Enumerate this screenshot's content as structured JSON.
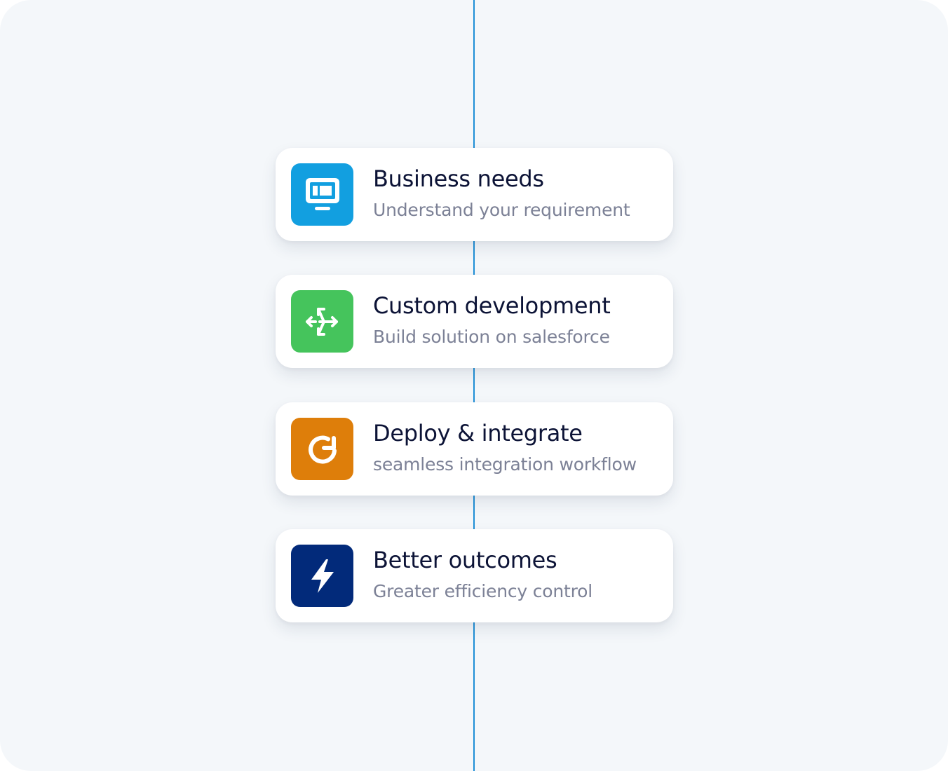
{
  "steps": [
    {
      "title": "Business needs",
      "subtitle": "Understand your requirement",
      "icon": "monitor-icon",
      "color": "#129fe0"
    },
    {
      "title": "Custom development",
      "subtitle": "Build solution on salesforce",
      "icon": "split-arrows-icon",
      "color": "#45c45c"
    },
    {
      "title": "Deploy & integrate",
      "subtitle": "seamless integration workflow",
      "icon": "refresh-icon",
      "color": "#de7e0a"
    },
    {
      "title": "Better outcomes",
      "subtitle": "Greater efficiency control",
      "icon": "lightning-bolt-icon",
      "color": "#022a7a"
    }
  ],
  "line_color": "#1f8fd6"
}
